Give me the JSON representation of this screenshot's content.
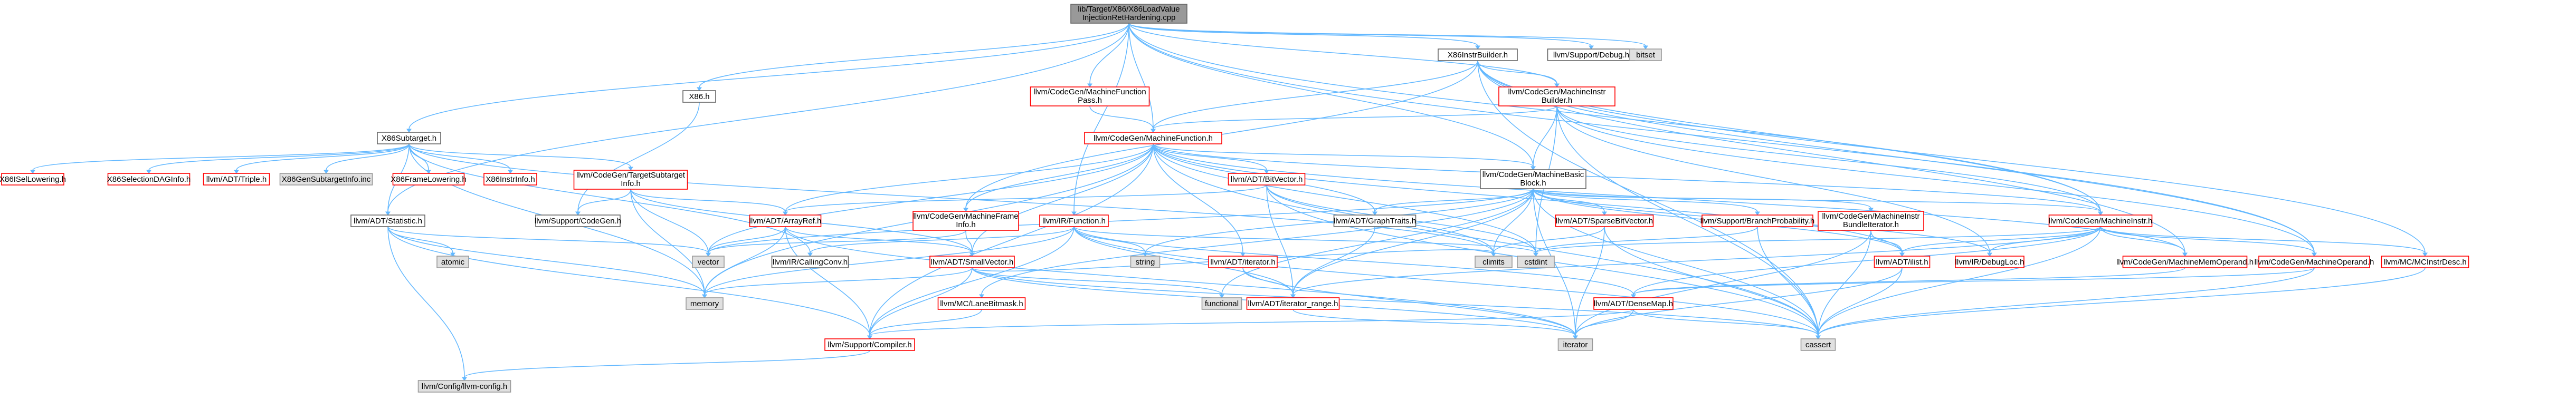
{
  "colors": {
    "root_fill": "#999999",
    "root_stroke": "#666666",
    "normal_fill": "#ffffff",
    "normal_stroke": "#666666",
    "red_stroke": "#ff0000",
    "grey_fill": "#e0e0e0",
    "grey_stroke": "#999999",
    "edge": "#63b8ff"
  },
  "nodes": [
    {
      "id": "root",
      "label": [
        "lib/Target/X86/X86LoadValue",
        "InjectionRetHardening.cpp"
      ],
      "kind": "root"
    },
    {
      "id": "x86instrbuilder",
      "label": [
        "X86InstrBuilder.h"
      ],
      "kind": "normal"
    },
    {
      "id": "supportdebug",
      "label": [
        "llvm/Support/Debug.h"
      ],
      "kind": "normal"
    },
    {
      "id": "bitset",
      "label": [
        "bitset"
      ],
      "kind": "grey"
    },
    {
      "id": "x86h",
      "label": [
        "X86.h"
      ],
      "kind": "normal"
    },
    {
      "id": "cgmfpass",
      "label": [
        "llvm/CodeGen/MachineFunction",
        "Pass.h"
      ],
      "kind": "red"
    },
    {
      "id": "cgmib",
      "label": [
        "llvm/CodeGen/MachineInstr",
        "Builder.h"
      ],
      "kind": "red"
    },
    {
      "id": "x86subtarget",
      "label": [
        "X86Subtarget.h"
      ],
      "kind": "normal"
    },
    {
      "id": "cgmf",
      "label": [
        "llvm/CodeGen/MachineFunction.h"
      ],
      "kind": "red"
    },
    {
      "id": "x86isellowering",
      "label": [
        "X86ISelLowering.h"
      ],
      "kind": "red"
    },
    {
      "id": "x86seldag",
      "label": [
        "X86SelectionDAGInfo.h"
      ],
      "kind": "red"
    },
    {
      "id": "adttriple",
      "label": [
        "llvm/ADT/Triple.h"
      ],
      "kind": "red"
    },
    {
      "id": "x86geninfo",
      "label": [
        "X86GenSubtargetInfo.inc"
      ],
      "kind": "grey"
    },
    {
      "id": "x86framelowering",
      "label": [
        "X86FrameLowering.h"
      ],
      "kind": "red"
    },
    {
      "id": "x86instrinfo",
      "label": [
        "X86InstrInfo.h"
      ],
      "kind": "red"
    },
    {
      "id": "cgtsi",
      "label": [
        "llvm/CodeGen/TargetSubtarget",
        "Info.h"
      ],
      "kind": "red"
    },
    {
      "id": "adtbitvector",
      "label": [
        "llvm/ADT/BitVector.h"
      ],
      "kind": "red"
    },
    {
      "id": "cgmbb",
      "label": [
        "llvm/CodeGen/MachineBasic",
        "Block.h"
      ],
      "kind": "normal"
    },
    {
      "id": "supportcodegen",
      "label": [
        "llvm/Support/CodeGen.h"
      ],
      "kind": "normal"
    },
    {
      "id": "adtstatistic",
      "label": [
        "llvm/ADT/Statistic.h"
      ],
      "kind": "normal"
    },
    {
      "id": "adtarrayref",
      "label": [
        "llvm/ADT/ArrayRef.h"
      ],
      "kind": "red"
    },
    {
      "id": "cgmfi",
      "label": [
        "llvm/CodeGen/MachineFrame",
        "Info.h"
      ],
      "kind": "red"
    },
    {
      "id": "irfunction",
      "label": [
        "llvm/IR/Function.h"
      ],
      "kind": "red"
    },
    {
      "id": "adtgraphtraits",
      "label": [
        "llvm/ADT/GraphTraits.h"
      ],
      "kind": "normal"
    },
    {
      "id": "adtsparsebv",
      "label": [
        "llvm/ADT/SparseBitVector.h"
      ],
      "kind": "red"
    },
    {
      "id": "supportbp",
      "label": [
        "llvm/Support/BranchProbability.h"
      ],
      "kind": "red"
    },
    {
      "id": "cgmibi",
      "label": [
        "llvm/CodeGen/MachineInstr",
        "BundleIterator.h"
      ],
      "kind": "red"
    },
    {
      "id": "cgmi",
      "label": [
        "llvm/CodeGen/MachineInstr.h"
      ],
      "kind": "red"
    },
    {
      "id": "atomic",
      "label": [
        "atomic"
      ],
      "kind": "grey"
    },
    {
      "id": "vector",
      "label": [
        "vector"
      ],
      "kind": "grey"
    },
    {
      "id": "ircallingconv",
      "label": [
        "llvm/IR/CallingConv.h"
      ],
      "kind": "normal"
    },
    {
      "id": "adtsmallvector",
      "label": [
        "llvm/ADT/SmallVector.h"
      ],
      "kind": "red"
    },
    {
      "id": "string",
      "label": [
        "string"
      ],
      "kind": "grey"
    },
    {
      "id": "adtiterator",
      "label": [
        "llvm/ADT/iterator.h"
      ],
      "kind": "red"
    },
    {
      "id": "climits",
      "label": [
        "climits"
      ],
      "kind": "grey"
    },
    {
      "id": "cstdint",
      "label": [
        "cstdint"
      ],
      "kind": "grey"
    },
    {
      "id": "adtilist",
      "label": [
        "llvm/ADT/ilist.h"
      ],
      "kind": "red"
    },
    {
      "id": "irdebugloc",
      "label": [
        "llvm/IR/DebugLoc.h"
      ],
      "kind": "red"
    },
    {
      "id": "cgmmo",
      "label": [
        "llvm/CodeGen/MachineMemOperand.h"
      ],
      "kind": "red"
    },
    {
      "id": "cgmo",
      "label": [
        "llvm/CodeGen/MachineOperand.h"
      ],
      "kind": "red"
    },
    {
      "id": "mcinstrdesc",
      "label": [
        "llvm/MC/MCInstrDesc.h"
      ],
      "kind": "red"
    },
    {
      "id": "memory",
      "label": [
        "memory"
      ],
      "kind": "grey"
    },
    {
      "id": "mclanebitmask",
      "label": [
        "llvm/MC/LaneBitmask.h"
      ],
      "kind": "red"
    },
    {
      "id": "functional",
      "label": [
        "functional"
      ],
      "kind": "grey"
    },
    {
      "id": "adtiterrange",
      "label": [
        "llvm/ADT/iterator_range.h"
      ],
      "kind": "red"
    },
    {
      "id": "adtdensemap",
      "label": [
        "llvm/ADT/DenseMap.h"
      ],
      "kind": "red"
    },
    {
      "id": "supportcompiler",
      "label": [
        "llvm/Support/Compiler.h"
      ],
      "kind": "red"
    },
    {
      "id": "iterator",
      "label": [
        "iterator"
      ],
      "kind": "grey"
    },
    {
      "id": "cassert",
      "label": [
        "cassert"
      ],
      "kind": "grey"
    },
    {
      "id": "llvmconfig",
      "label": [
        "llvm/Config/llvm-config.h"
      ],
      "kind": "grey"
    }
  ],
  "edges": [
    [
      "root",
      "x86instrbuilder"
    ],
    [
      "root",
      "supportdebug"
    ],
    [
      "root",
      "bitset"
    ],
    [
      "root",
      "x86h"
    ],
    [
      "root",
      "cgmfpass"
    ],
    [
      "root",
      "cgmib"
    ],
    [
      "root",
      "x86subtarget"
    ],
    [
      "root",
      "cgmf"
    ],
    [
      "root",
      "adtstatistic"
    ],
    [
      "root",
      "irfunction"
    ],
    [
      "root",
      "cgmbb"
    ],
    [
      "root",
      "cgmi"
    ],
    [
      "root",
      "cgmo"
    ],
    [
      "x86instrbuilder",
      "cgmf"
    ],
    [
      "x86instrbuilder",
      "cgmib"
    ],
    [
      "x86instrbuilder",
      "cgmmo"
    ],
    [
      "x86instrbuilder",
      "cgmo"
    ],
    [
      "x86instrbuilder",
      "mcinstrdesc"
    ],
    [
      "x86instrbuilder",
      "cassert"
    ],
    [
      "x86instrbuilder",
      "cgmfi"
    ],
    [
      "x86instrbuilder",
      "cgmi"
    ],
    [
      "cgmfpass",
      "cgmf"
    ],
    [
      "cgmib",
      "cgmf"
    ],
    [
      "cgmib",
      "cgmbb"
    ],
    [
      "cgmib",
      "cgmi"
    ],
    [
      "cgmib",
      "cgmo"
    ],
    [
      "cgmib",
      "irdebugloc"
    ],
    [
      "cgmib",
      "cstdint"
    ],
    [
      "cgmib",
      "cassert"
    ],
    [
      "x86h",
      "supportcodegen"
    ],
    [
      "x86subtarget",
      "x86isellowering"
    ],
    [
      "x86subtarget",
      "x86seldag"
    ],
    [
      "x86subtarget",
      "adttriple"
    ],
    [
      "x86subtarget",
      "x86geninfo"
    ],
    [
      "x86subtarget",
      "x86framelowering"
    ],
    [
      "x86subtarget",
      "x86instrinfo"
    ],
    [
      "x86subtarget",
      "cgtsi"
    ],
    [
      "x86subtarget",
      "ircallingconv"
    ],
    [
      "x86subtarget",
      "climits"
    ],
    [
      "x86subtarget",
      "memory"
    ],
    [
      "x86subtarget",
      "adtstatistic"
    ],
    [
      "cgmf",
      "adtarrayref"
    ],
    [
      "cgmf",
      "adtbitvector"
    ],
    [
      "cgmf",
      "adtgraphtraits"
    ],
    [
      "cgmf",
      "adtsmallvector"
    ],
    [
      "cgmf",
      "adtilist"
    ],
    [
      "cgmf",
      "adtiterator"
    ],
    [
      "cgmf",
      "cgmbb"
    ],
    [
      "cgmf",
      "cgmi"
    ],
    [
      "cgmf",
      "cgmmo"
    ],
    [
      "cgmf",
      "supportcompiler"
    ],
    [
      "cgmf",
      "cassert"
    ],
    [
      "cgmf",
      "cstdint"
    ],
    [
      "cgmf",
      "memory"
    ],
    [
      "cgmf",
      "utility"
    ],
    [
      "cgmf",
      "vector"
    ],
    [
      "cgmf",
      "cgmfi"
    ],
    [
      "cgtsi",
      "adtarrayref"
    ],
    [
      "cgtsi",
      "adtsmallvector"
    ],
    [
      "cgtsi",
      "supportcodegen"
    ],
    [
      "cgtsi",
      "memory"
    ],
    [
      "cgtsi",
      "vector"
    ],
    [
      "adtbitvector",
      "adtarrayref"
    ],
    [
      "adtbitvector",
      "adtiterrange"
    ],
    [
      "adtbitvector",
      "climits"
    ],
    [
      "adtbitvector",
      "cstdint"
    ],
    [
      "adtbitvector",
      "cassert"
    ],
    [
      "cgmbb",
      "adtgraphtraits"
    ],
    [
      "cgmbb",
      "adtsparsebv"
    ],
    [
      "cgmbb",
      "adtilist"
    ],
    [
      "cgmbb",
      "adtiterrange"
    ],
    [
      "cgmbb",
      "cgmibi"
    ],
    [
      "cgmbb",
      "cgmi"
    ],
    [
      "cgmbb",
      "irdebugloc"
    ],
    [
      "cgmbb",
      "supportbp"
    ],
    [
      "cgmbb",
      "mclanebitmask"
    ],
    [
      "cgmbb",
      "cassert"
    ],
    [
      "cgmbb",
      "climits"
    ],
    [
      "cgmbb",
      "iterator"
    ],
    [
      "cgmbb",
      "string"
    ],
    [
      "cgmbb",
      "vector"
    ],
    [
      "cgmbb",
      "functional"
    ],
    [
      "adtstatistic",
      "atomic"
    ],
    [
      "adtstatistic",
      "memory"
    ],
    [
      "adtstatistic",
      "vector"
    ],
    [
      "adtstatistic",
      "supportcompiler"
    ],
    [
      "adtstatistic",
      "llvmconfig"
    ],
    [
      "adtarrayref",
      "adtsmallvector"
    ],
    [
      "adtarrayref",
      "supportcompiler"
    ],
    [
      "adtarrayref",
      "memory"
    ],
    [
      "adtarrayref",
      "vector"
    ],
    [
      "adtarrayref",
      "iterator"
    ],
    [
      "cgmfi",
      "adtsmallvector"
    ],
    [
      "cgmfi",
      "vector"
    ],
    [
      "irfunction",
      "adtdensemap"
    ],
    [
      "irfunction",
      "adtiterrange"
    ],
    [
      "irfunction",
      "ircallingconv"
    ],
    [
      "irfunction",
      "supportcompiler"
    ],
    [
      "irfunction",
      "cassert"
    ],
    [
      "irfunction",
      "memory"
    ],
    [
      "irfunction",
      "string"
    ],
    [
      "irfunction",
      "cstdint"
    ],
    [
      "adtgraphtraits",
      "adtiterrange"
    ],
    [
      "adtsparsebv",
      "iterator"
    ],
    [
      "adtsparsebv",
      "cassert"
    ],
    [
      "adtsparsebv",
      "climits"
    ],
    [
      "supportbp",
      "cassert"
    ],
    [
      "supportbp",
      "cstdint"
    ],
    [
      "cgmibi",
      "adtilist"
    ],
    [
      "cgmibi",
      "cassert"
    ],
    [
      "cgmibi",
      "iterator"
    ],
    [
      "cgmi",
      "adtilist"
    ],
    [
      "cgmi",
      "adtdensemap"
    ],
    [
      "cgmi",
      "adtiterrange"
    ],
    [
      "cgmi",
      "cgmmo"
    ],
    [
      "cgmi",
      "cgmo"
    ],
    [
      "cgmi",
      "irdebugloc"
    ],
    [
      "cgmi",
      "mcinstrdesc"
    ],
    [
      "cgmi",
      "cassert"
    ],
    [
      "cgmi",
      "cstdint"
    ],
    [
      "cgmi",
      "utility"
    ],
    [
      "adtsmallvector",
      "supportcompiler"
    ],
    [
      "adtsmallvector",
      "cassert"
    ],
    [
      "adtsmallvector",
      "functional"
    ],
    [
      "adtsmallvector",
      "iterator"
    ],
    [
      "adtsmallvector",
      "memory"
    ],
    [
      "adtsmallvector",
      "climits"
    ],
    [
      "adtiterator",
      "adtiterrange"
    ],
    [
      "adtiterator",
      "iterator"
    ],
    [
      "adtilist",
      "iterator"
    ],
    [
      "adtilist",
      "cassert"
    ],
    [
      "cgmmo",
      "adtdensemap"
    ],
    [
      "cgmo",
      "adtdensemap"
    ],
    [
      "cgmo",
      "cassert"
    ],
    [
      "mcinstrdesc",
      "cassert"
    ],
    [
      "mclanebitmask",
      "supportcompiler"
    ],
    [
      "adtdensemap",
      "supportcompiler"
    ],
    [
      "adtdensemap",
      "iterator"
    ],
    [
      "adtdensemap",
      "cassert"
    ],
    [
      "supportcompiler",
      "llvmconfig"
    ],
    [
      "adtiterrange",
      "iterator"
    ]
  ]
}
